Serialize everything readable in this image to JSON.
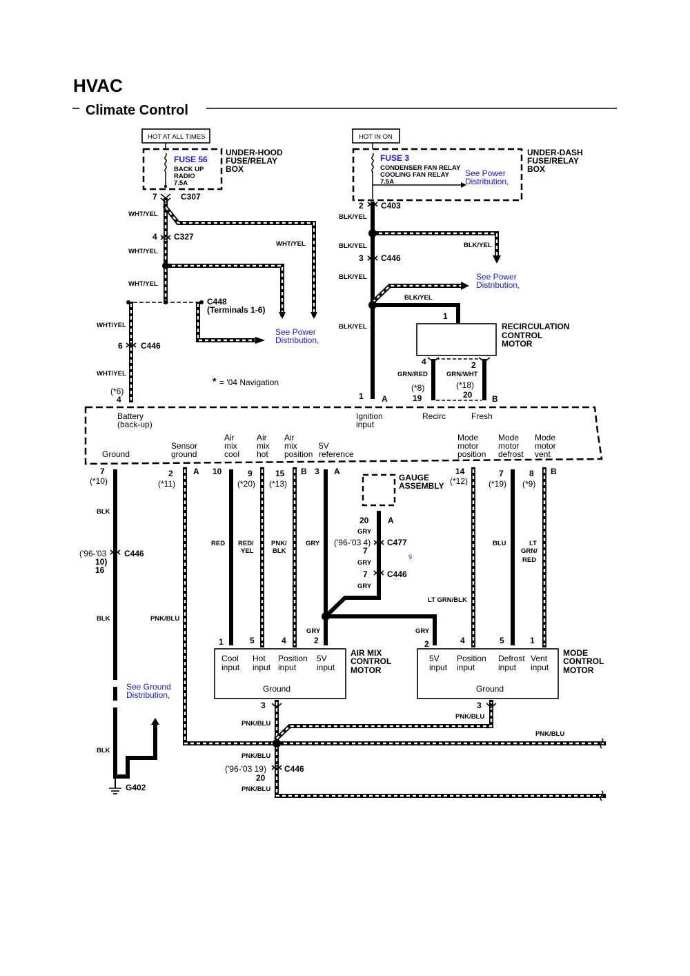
{
  "title": "HVAC",
  "subtitle": "Climate Control",
  "labels": {
    "hot_all_times": "HOT AT ALL TIMES",
    "hot_in_on": "HOT IN ON",
    "fuse56": "FUSE 56",
    "fuse56_d1": "BACK UP",
    "fuse56_d2": "RADIO",
    "fuse56_d3": "7.5A",
    "uh_box1": "UNDER-HOOD",
    "uh_box2": "FUSE/RELAY",
    "uh_box3": "BOX",
    "fuse3": "FUSE 3",
    "fuse3_d1": "CONDENSER FAN RELAY",
    "fuse3_d2": "COOLING FAN RELAY",
    "fuse3_d3": "7.5A",
    "see_power": "See Power",
    "distribution": "Distribution,",
    "ud_box1": "UNDER-DASH",
    "ud_box2": "FUSE/RELAY",
    "ud_box3": "BOX",
    "see_ground": "See Ground",
    "ground_distribution": "Distribution,",
    "nav_note": "= '04 Navigation",
    "star": "*",
    "recirc1": "RECIRCULATION",
    "recirc2": "CONTROL",
    "recirc3": "MOTOR",
    "gauge1": "GAUGE",
    "gauge2": "ASSEMBLY",
    "airmix1": "AIR MIX",
    "airmix2": "CONTROL",
    "airmix3": "MOTOR",
    "mode1": "MODE",
    "mode2": "CONTROL",
    "mode3": "MOTOR",
    "g402": "G402",
    "c448_t": "(Terminals 1-6)"
  },
  "connectors": {
    "c307": "C307",
    "c327": "C327",
    "c448": "C448",
    "c446": "C446",
    "c403": "C403",
    "c477": "C477"
  },
  "wires": {
    "wht_yel": "WHT/YEL",
    "blk_yel": "BLK/YEL",
    "grn_red": "GRN/RED",
    "grn_wht": "GRN/WHT",
    "blk": "BLK",
    "pnk_blu": "PNK/BLU",
    "red": "RED",
    "red_yel1": "RED/",
    "red_yel2": "YEL",
    "pnk_blk1": "PNK/",
    "pnk_blk2": "BLK",
    "gry": "GRY",
    "blu": "BLU",
    "lt_grn_red1": "LT",
    "lt_grn_red2": "GRN/",
    "lt_grn_red3": "RED",
    "lt_grn_blk": "LT GRN/BLK"
  },
  "control_unit": {
    "battery1": "Battery",
    "battery2": "(back-up)",
    "ignition1": "Ignition",
    "ignition2": "input",
    "recirc": "Recirc",
    "fresh": "Fresh",
    "ground": "Ground",
    "sensor1": "Sensor",
    "sensor2": "ground",
    "airmix_cool": [
      "Air",
      "mix",
      "cool"
    ],
    "airmix_hot": [
      "Air",
      "mix",
      "hot"
    ],
    "airmix_pos": [
      "Air",
      "mix",
      "position"
    ],
    "ref1": "5V",
    "ref2": "reference",
    "mode_pos": [
      "Mode",
      "motor",
      "position"
    ],
    "mode_def": [
      "Mode",
      "motor",
      "defrost"
    ],
    "mode_vent": [
      "Mode",
      "motor",
      "vent"
    ]
  },
  "airmix_motor": {
    "cool": [
      "Cool",
      "input"
    ],
    "hot": [
      "Hot",
      "input"
    ],
    "pos": [
      "Position",
      "input"
    ],
    "v5": [
      "5V",
      "input"
    ],
    "ground": "Ground"
  },
  "mode_motor": {
    "v5": [
      "5V",
      "input"
    ],
    "pos": [
      "Position",
      "input"
    ],
    "def": [
      "Defrost",
      "input"
    ],
    "vent": [
      "Vent",
      "input"
    ],
    "ground": "Ground"
  },
  "pins": {
    "p7": "7",
    "p4": "4",
    "p6": "6",
    "p2": "2",
    "p3": "3",
    "p1": "1",
    "p19": "19",
    "p20": "20",
    "p10": "10",
    "p9": "9",
    "p15": "15",
    "p14": "14",
    "p8": "8",
    "p5": "5",
    "p16": "16",
    "A": "A",
    "B": "B",
    "s6": "(*6)",
    "s8": "(*8)",
    "s18": "(*18)",
    "s10": "(*10)",
    "s11": "(*11)",
    "s20": "(*20)",
    "s13": "(*13)",
    "s12": "(*12)",
    "s19": "(*19)",
    "s9": "(*9)",
    "yr1": "('96-'03",
    "yr_10": "10)",
    "yr_4": "('96-'03 4)",
    "yr_19": "('96-'03 19)",
    "stray9": "9"
  }
}
